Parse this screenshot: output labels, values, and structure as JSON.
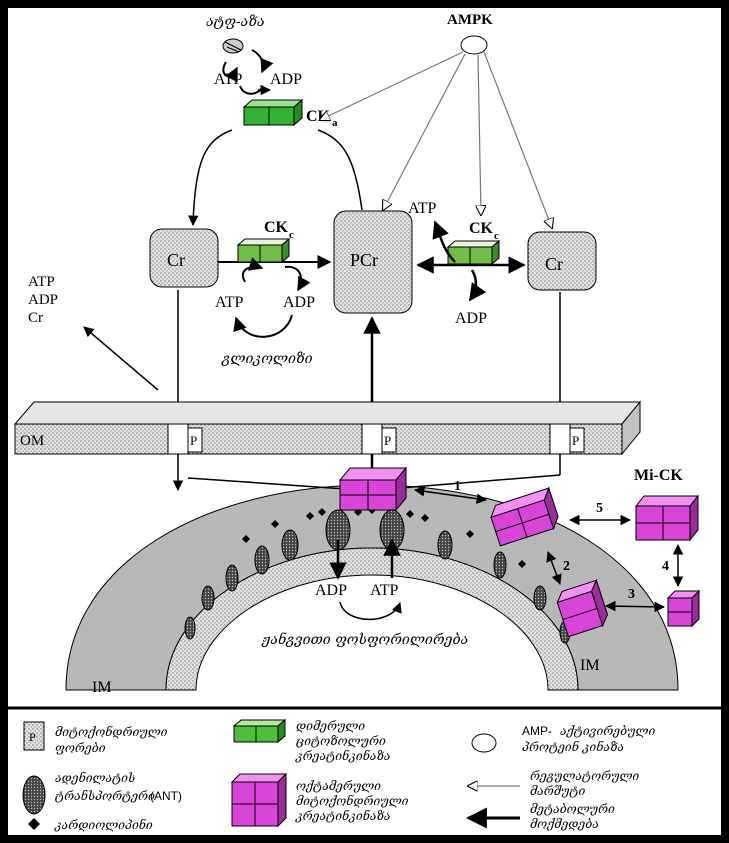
{
  "colors": {
    "background": "#ffffff",
    "frame": "#000000",
    "ck_cytosolic": "#33b233",
    "ck_cytosolic_light": "#9bd46b",
    "mi_ck": "#d944d9",
    "membrane": "#bdbdbd",
    "intermembrane": "#e6e6e6"
  },
  "top": {
    "atpase": "ატფ-აზა",
    "ampk": "AMPK",
    "atp": "ATP",
    "adp": "ADP",
    "ck_a": "CK",
    "ck_a_sub": "a"
  },
  "middle": {
    "cr_left": "Cr",
    "pcr": "PCr",
    "cr_right": "Cr",
    "ck_c_left": "CK",
    "ck_c_left_sub": "c",
    "ck_c_right": "CK",
    "ck_c_right_sub": "c",
    "atp_left": "ATP",
    "adp_left": "ADP",
    "atp_right": "ATP",
    "adp_right": "ADP",
    "glycolysis": "გლიკოლიზი",
    "export_list": [
      "ATP",
      "ADP",
      "Cr"
    ]
  },
  "mito": {
    "om": "OM",
    "pore": "P",
    "im_left": "IM",
    "im_right": "IM",
    "mi_ck": "Mi-CK",
    "steps": [
      "1",
      "2",
      "3",
      "4",
      "5"
    ],
    "adp": "ADP",
    "atp": "ATP",
    "oxphos": "ჟანგვითი ფოსფორილირება"
  },
  "legend": {
    "pore_l1": "მიტოქონდრიული",
    "pore_l2": "ფორები",
    "ant_l1": "ადენილატის",
    "ant_l2": "ტრანსპორტერი",
    "ant_abbr": "(ANT)",
    "cardiolipin": "კარდიოლიპინი",
    "cyto_ck_l1": "დიმერული",
    "cyto_ck_l2": "ციტოზოლური",
    "cyto_ck_l3": "კრეატინკინაზა",
    "mi_ck_l1": "ოქტამერული",
    "mi_ck_l2": "მიტოქონდრიული",
    "mi_ck_l3": "კრეატინკინაზა",
    "ampk_prefix": "AMP-",
    "ampk_l1": "აქტივირებული",
    "ampk_l2": "პროტეინ კინაზა",
    "reg_l1": "რეგულატორული",
    "reg_l2": "მარშუტი",
    "met_l1": "მეტაბოლური",
    "met_l2": "მოქმედება"
  }
}
